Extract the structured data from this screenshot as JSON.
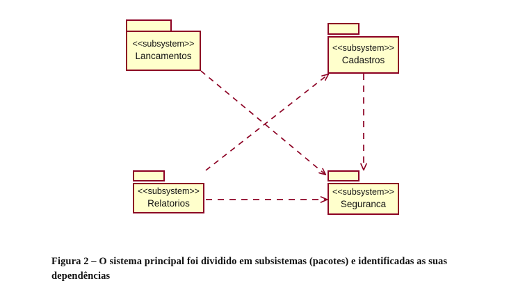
{
  "diagram": {
    "type": "uml-package-diagram",
    "stereotype": "<<subsystem>>",
    "accent_border_color": "#8c0023",
    "package_fill_color": "#ffffcc",
    "background_color": "#ffffff",
    "packages": [
      {
        "id": "lancamentos",
        "stereotype": "<<subsystem>>",
        "name": "Lancamentos"
      },
      {
        "id": "cadastros",
        "stereotype": "<<subsystem>>",
        "name": "Cadastros"
      },
      {
        "id": "relatorios",
        "stereotype": "<<subsystem>>",
        "name": "Relatorios"
      },
      {
        "id": "seguranca",
        "stereotype": "<<subsystem>>",
        "name": "Seguranca"
      }
    ],
    "dependencies": [
      {
        "from": "lancamentos",
        "to": "seguranca",
        "style": "dashed",
        "arrow": "open"
      },
      {
        "from": "relatorios",
        "to": "cadastros",
        "style": "dashed",
        "arrow": "open"
      },
      {
        "from": "relatorios",
        "to": "seguranca",
        "style": "dashed",
        "arrow": "open"
      },
      {
        "from": "cadastros",
        "to": "seguranca",
        "style": "dashed",
        "arrow": "open"
      }
    ]
  },
  "caption": {
    "text": "Figura 2 – O sistema principal foi dividido em subsistemas (pacotes) e identificadas as suas dependências"
  }
}
